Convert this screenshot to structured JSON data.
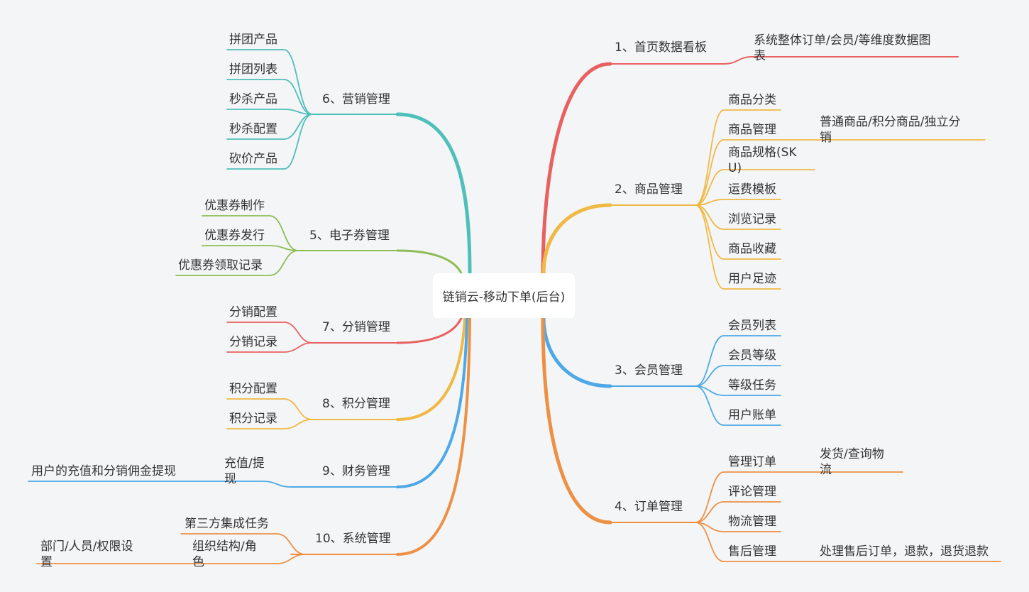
{
  "root": {
    "label": "链销云-移动下单(后台)"
  },
  "colors": {
    "red": "#e86060",
    "yellow": "#f0b944",
    "blue": "#4ea8e6",
    "orange": "#ee9044",
    "teal": "#4fbfb9",
    "green": "#8cbd55"
  },
  "branches": {
    "b1": {
      "label": "1、首页数据看板",
      "color": "#e86060",
      "children": [
        {
          "label": "系统整体订单/会员/等维度数据图表"
        }
      ]
    },
    "b2": {
      "label": "2、商品管理",
      "color": "#f0b944",
      "children": [
        {
          "label": "商品分类"
        },
        {
          "label": "商品管理",
          "detail": "普通商品/积分商品/独立分销"
        },
        {
          "label": "商品规格(SKU)"
        },
        {
          "label": "运费模板"
        },
        {
          "label": "浏览记录"
        },
        {
          "label": "商品收藏"
        },
        {
          "label": "用户足迹"
        }
      ]
    },
    "b3": {
      "label": "3、会员管理",
      "color": "#4ea8e6",
      "children": [
        {
          "label": "会员列表"
        },
        {
          "label": "会员等级"
        },
        {
          "label": "等级任务"
        },
        {
          "label": "用户账单"
        }
      ]
    },
    "b4": {
      "label": "4、订单管理",
      "color": "#ee9044",
      "children": [
        {
          "label": "管理订单",
          "detail": "发货/查询物流"
        },
        {
          "label": "评论管理"
        },
        {
          "label": "物流管理"
        },
        {
          "label": "售后管理",
          "detail": "处理售后订单，退款，退货退款"
        }
      ]
    },
    "b6": {
      "label": "6、营销管理",
      "color": "#4fbfb9",
      "children": [
        {
          "label": "拼团产品"
        },
        {
          "label": "拼团列表"
        },
        {
          "label": "秒杀产品"
        },
        {
          "label": "秒杀配置"
        },
        {
          "label": "砍价产品"
        }
      ]
    },
    "b5": {
      "label": "5、电子券管理",
      "color": "#8cbd55",
      "children": [
        {
          "label": "优惠券制作"
        },
        {
          "label": "优惠券发行"
        },
        {
          "label": "优惠券领取记录"
        }
      ]
    },
    "b7": {
      "label": "7、分销管理",
      "color": "#e86060",
      "children": [
        {
          "label": "分销配置"
        },
        {
          "label": "分销记录"
        }
      ]
    },
    "b8": {
      "label": "8、积分管理",
      "color": "#f0b944",
      "children": [
        {
          "label": "积分配置"
        },
        {
          "label": "积分记录"
        }
      ]
    },
    "b9": {
      "label": "9、财务管理",
      "color": "#4ea8e6",
      "children": [
        {
          "label": "充值/提现",
          "detail": "用户的充值和分销佣金提现"
        }
      ]
    },
    "b10": {
      "label": "10、系统管理",
      "color": "#ee9044",
      "children": [
        {
          "label": "第三方集成任务"
        },
        {
          "label": "组织结构/角色",
          "detail": "部门/人员/权限设置"
        }
      ]
    }
  }
}
